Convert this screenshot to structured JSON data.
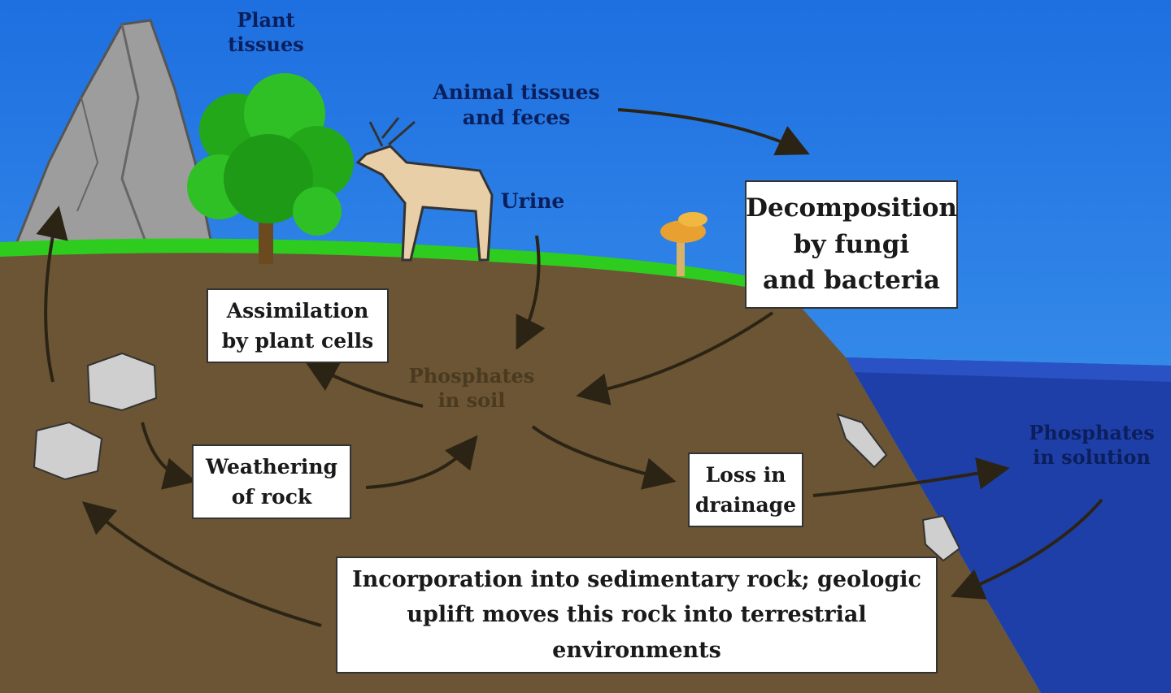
{
  "labels": {
    "plant_tissues": "Plant\ntissues",
    "animal_tissues": "Animal tissues\nand feces",
    "urine": "Urine",
    "phosphates_soil": "Phosphates\nin soil",
    "phosphates_solution": "Phosphates\nin solution"
  },
  "boxes": {
    "decomposition": "Decomposition\nby fungi\nand bacteria",
    "assimilation": "Assimilation\nby plant cells",
    "weathering": "Weathering\nof rock",
    "loss": "Loss in\ndrainage",
    "incorporation": "Incorporation into sedimentary rock; geologic\nuplift moves this rock into terrestrial\nenvironments"
  },
  "colors": {
    "sky": "#2a7fe6",
    "soil": "#6b5534",
    "grass": "#2ecc1f",
    "water": "#1f3fa8",
    "mountain": "#9b9b9b",
    "arrow": "#2b2415"
  }
}
